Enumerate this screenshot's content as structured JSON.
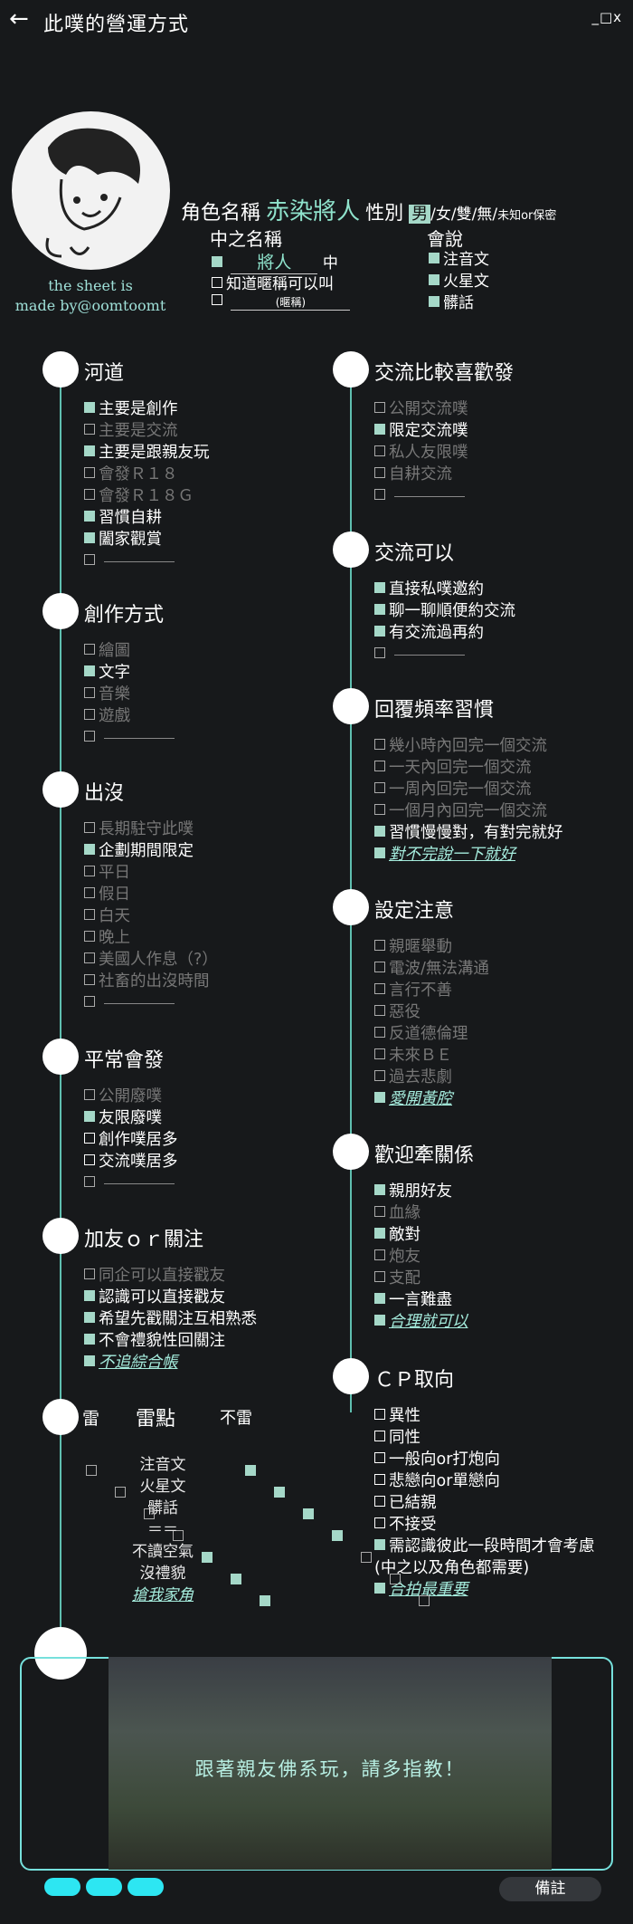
{
  "header": {
    "back_icon": "arrow-left-icon",
    "title": "此噗的營運方式",
    "window_controls": "_□x"
  },
  "profile": {
    "credit_line1": "the sheet is",
    "credit_line2": "made by@oomtoomt",
    "role_name_label": "角色名稱",
    "role_name_value": "赤染將人",
    "gender_label": "性別",
    "gender_selected": "男",
    "gender_options": "/女/雙/無/",
    "gender_extra": "未知or保密",
    "alias_label": "中之名稱",
    "alias_value": "將人",
    "alias_suffix": "中",
    "alias_item2": "知道暱稱可以叫",
    "alias_item3_hint": "(暱稱)",
    "lang_label": "會說",
    "lang_items": [
      "注音文",
      "火星文",
      "髒話"
    ]
  },
  "sections": {
    "hedao": {
      "title": "河道",
      "items": [
        "主要是創作",
        "主要是交流",
        "主要是跟親友玩",
        "會發Ｒ１８",
        "會發Ｒ１８Ｇ",
        "習慣自耕",
        "闔家觀賞"
      ]
    },
    "chuangzuo": {
      "title": "創作方式",
      "items": [
        "繪圖",
        "文字",
        "音樂",
        "遊戲"
      ]
    },
    "chumo": {
      "title": "出沒",
      "items": [
        "長期駐守此噗",
        "企劃期間限定",
        "平日",
        "假日",
        "白天",
        "晚上",
        "美國人作息（?）",
        "社畜的出沒時間"
      ]
    },
    "pingchang": {
      "title": "平常會發",
      "items": [
        "公開廢噗",
        "友限廢噗",
        "創作噗居多",
        "交流噗居多"
      ]
    },
    "jiayou": {
      "title": "加友ｏｒ關注",
      "items": [
        "同企可以直接戳友",
        "認識可以直接戳友",
        "希望先戳關注互相熟悉",
        "不會禮貌性回關注",
        "不追綜合帳"
      ]
    },
    "lei": {
      "title": "雷",
      "col_mid": "雷點",
      "col_right": "不雷",
      "rows": [
        "注音文",
        "火星文",
        "髒話",
        "＝＝",
        "不讀空氣",
        "沒禮貌",
        "搶我家角"
      ]
    },
    "jiaoliu": {
      "title": "交流比較喜歡發",
      "items": [
        "公開交流噗",
        "限定交流噗",
        "私人友限噗",
        "自耕交流"
      ]
    },
    "keyi": {
      "title": "交流可以",
      "items": [
        "直接私噗邀約",
        "聊一聊順便約交流",
        "有交流過再約"
      ]
    },
    "huifu": {
      "title": "回覆頻率習慣",
      "items": [
        "幾小時內回完一個交流",
        "一天內回完一個交流",
        "一周內回完一個交流",
        "一個月內回完一個交流",
        "習慣慢慢對，有對完就好",
        "對不完說一下就好"
      ]
    },
    "sheding": {
      "title": "設定注意",
      "items": [
        "親暱舉動",
        "電波/無法溝通",
        "言行不善",
        "惡役",
        "反道德倫理",
        "未來ＢＥ",
        "過去悲劇",
        "愛開黃腔"
      ]
    },
    "huanying": {
      "title": "歡迎牽關係",
      "items": [
        "親朋好友",
        "血緣",
        "敵對",
        "炮友",
        "支配",
        "一言難盡",
        "合理就可以"
      ]
    },
    "cp": {
      "title": "ＣＰ取向",
      "items": [
        "異性",
        "同性",
        "一般向or打炮向",
        "悲戀向or單戀向",
        "已結親",
        "不接受",
        "需認識彼此一段時間才會考慮",
        "(中之以及角色都需要)",
        "合拍最重要"
      ]
    }
  },
  "bottom": {
    "caption": "跟著親友佛系玩，請多指教！",
    "notes_button": "備註"
  },
  "colors": {
    "accent": "#8fe3cc",
    "line": "#5fbfb0",
    "pill": "#2de6f2"
  }
}
